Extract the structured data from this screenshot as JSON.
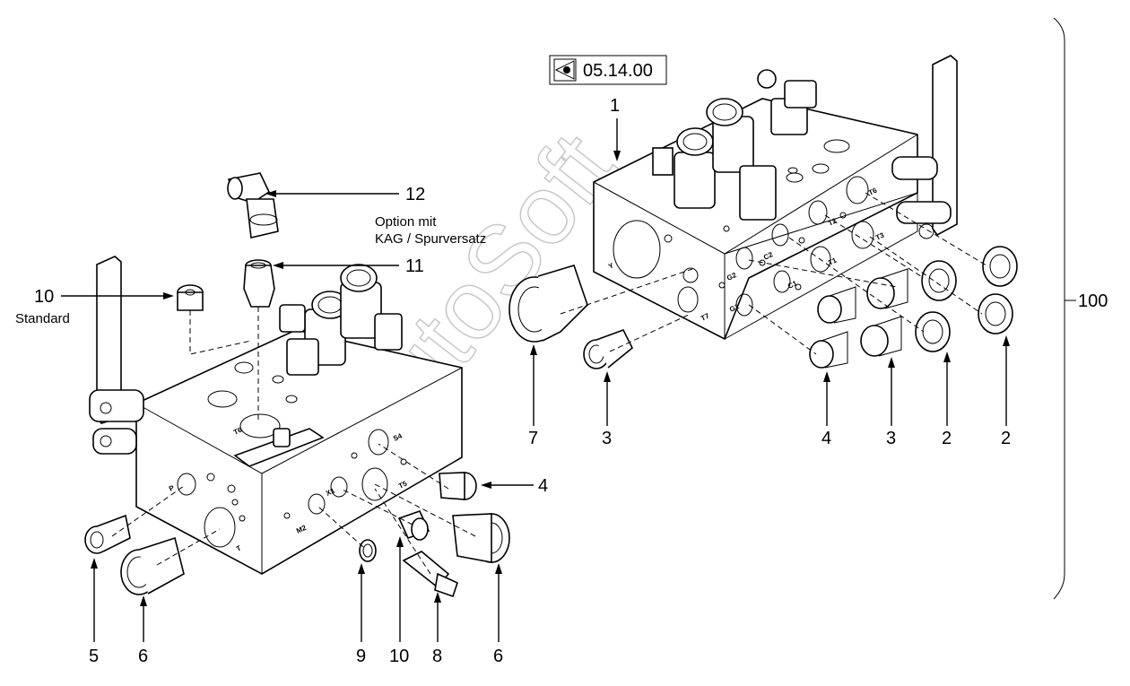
{
  "reference": {
    "icon": "view-reference-icon",
    "code": "05.14.00"
  },
  "group_label": "100",
  "watermark": "AutoSoft",
  "notes": {
    "option_line1": "Option mit",
    "option_line2": "KAG / Spurversatz",
    "standard": "Standard"
  },
  "callouts": [
    {
      "id": "c1",
      "label": "1"
    },
    {
      "id": "c2a",
      "label": "2"
    },
    {
      "id": "c2b",
      "label": "2"
    },
    {
      "id": "c3a",
      "label": "3"
    },
    {
      "id": "c3b",
      "label": "3"
    },
    {
      "id": "c4a",
      "label": "4"
    },
    {
      "id": "c4b",
      "label": "4"
    },
    {
      "id": "c5",
      "label": "5"
    },
    {
      "id": "c6a",
      "label": "6"
    },
    {
      "id": "c6b",
      "label": "6"
    },
    {
      "id": "c7",
      "label": "7"
    },
    {
      "id": "c8",
      "label": "8"
    },
    {
      "id": "c9",
      "label": "9"
    },
    {
      "id": "c10a",
      "label": "10"
    },
    {
      "id": "c10b",
      "label": "10"
    },
    {
      "id": "c11",
      "label": "11"
    },
    {
      "id": "c12",
      "label": "12"
    }
  ],
  "port_marks": {
    "right_block": [
      "G2",
      "C2",
      "C1",
      "G1",
      "T1",
      "T2",
      "T3",
      "T6",
      "T7",
      "Y"
    ],
    "left_block": [
      "T6",
      "X1",
      "M2",
      "T5",
      "T",
      "P",
      "S4"
    ]
  }
}
